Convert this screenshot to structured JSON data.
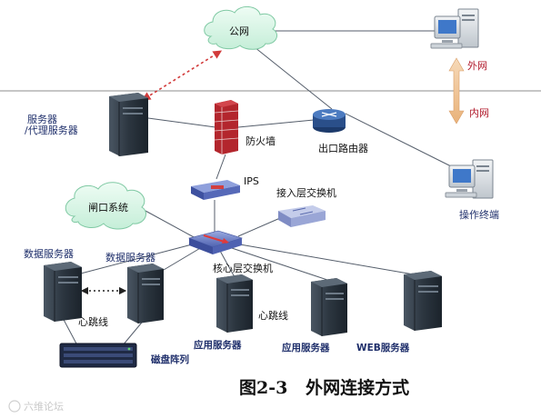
{
  "colors": {
    "cloud": "#d8f5e6",
    "server": "#2f3a45",
    "firewall": "#b3262d",
    "router": "#2a4f8a",
    "switch": "#6a7fc9",
    "zone_arrow": "#f0c89a",
    "dashed_link": "#d23a3a"
  },
  "diagram": {
    "nodes": {
      "internet": {
        "label": "公网"
      },
      "proxy_server": {
        "label_line1": "服务器",
        "label_line2": "/代理服务器"
      },
      "firewall": {
        "label": "防火墙"
      },
      "router": {
        "label": "出口路由器"
      },
      "ips": {
        "label": "IPS"
      },
      "access_switch": {
        "label": "接入层交换机"
      },
      "gateway": {
        "label": "闸口系统"
      },
      "core_switch": {
        "label": "核心层交换机"
      },
      "data_server_1": {
        "label": "数据服务器"
      },
      "data_server_2": {
        "label": "数据服务器"
      },
      "heartbeat_1": {
        "label": "心跳线"
      },
      "heartbeat_2": {
        "label": "心跳线"
      },
      "disk_array": {
        "label": "磁盘阵列"
      },
      "app_server_1": {
        "label": "应用服务器"
      },
      "app_server_2": {
        "label": "应用服务器"
      },
      "web_server": {
        "label": "WEB服务器"
      },
      "operator_terminal": {
        "label": "操作终端"
      }
    },
    "zones": {
      "outer": "外网",
      "inner": "内网"
    },
    "caption": "图2-3   外网连接方式",
    "watermark": "六维论坛"
  }
}
